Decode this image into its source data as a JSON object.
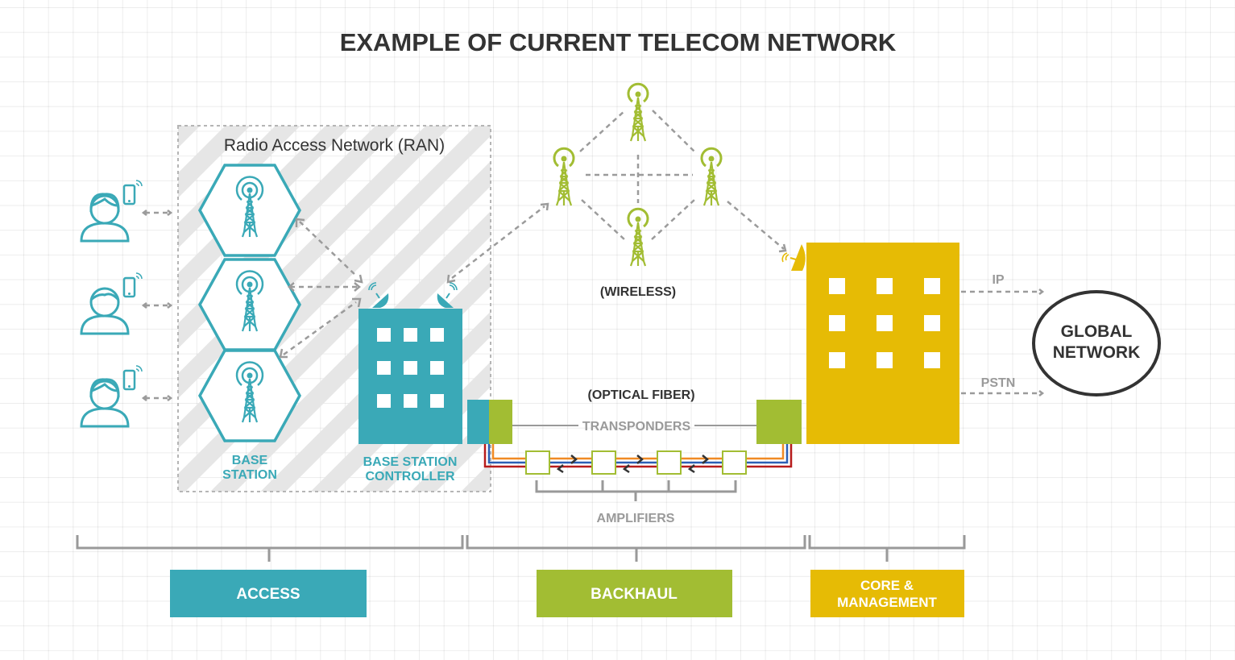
{
  "title": "EXAMPLE OF CURRENT TELECOM NETWORK",
  "colors": {
    "access": "#3aa9b7",
    "backhaul": "#a2bd33",
    "core": "#e6bb05",
    "text_dark": "#333333",
    "text_grey": "#9a9a9a",
    "connector": "#9b9b9b",
    "fiber_orange": "#f08a24",
    "fiber_blue": "#2b5fb5",
    "fiber_red": "#b71c1c"
  },
  "ran": {
    "title": "Radio Access Network (RAN)",
    "base_station_label": [
      "BASE",
      "STATION"
    ],
    "controller_label": [
      "BASE STATION",
      "CONTROLLER"
    ]
  },
  "users": [
    {
      "icon": "female-user-icon",
      "device": "mobile-phone-icon"
    },
    {
      "icon": "male-user-icon",
      "device": "mobile-phone-icon"
    },
    {
      "icon": "female-user-icon",
      "device": "mobile-phone-icon"
    }
  ],
  "backhaul": {
    "wireless_label": "(WIRELESS)",
    "fiber_label": "(OPTICAL FIBER)",
    "transponders_label": "TRANSPONDERS",
    "amplifiers_label": "AMPLIFIERS",
    "amplifier_count": 4,
    "tower_count": 4
  },
  "core": {
    "ip_label": "IP",
    "pstn_label": "PSTN",
    "global_network_label": [
      "GLOBAL",
      "NETWORK"
    ]
  },
  "segments": [
    {
      "label": "ACCESS",
      "color": "#3aa9b7"
    },
    {
      "label": "BACKHAUL",
      "color": "#a2bd33"
    },
    {
      "label_lines": [
        "CORE &",
        "MANAGEMENT"
      ],
      "color": "#e6bb05"
    }
  ]
}
